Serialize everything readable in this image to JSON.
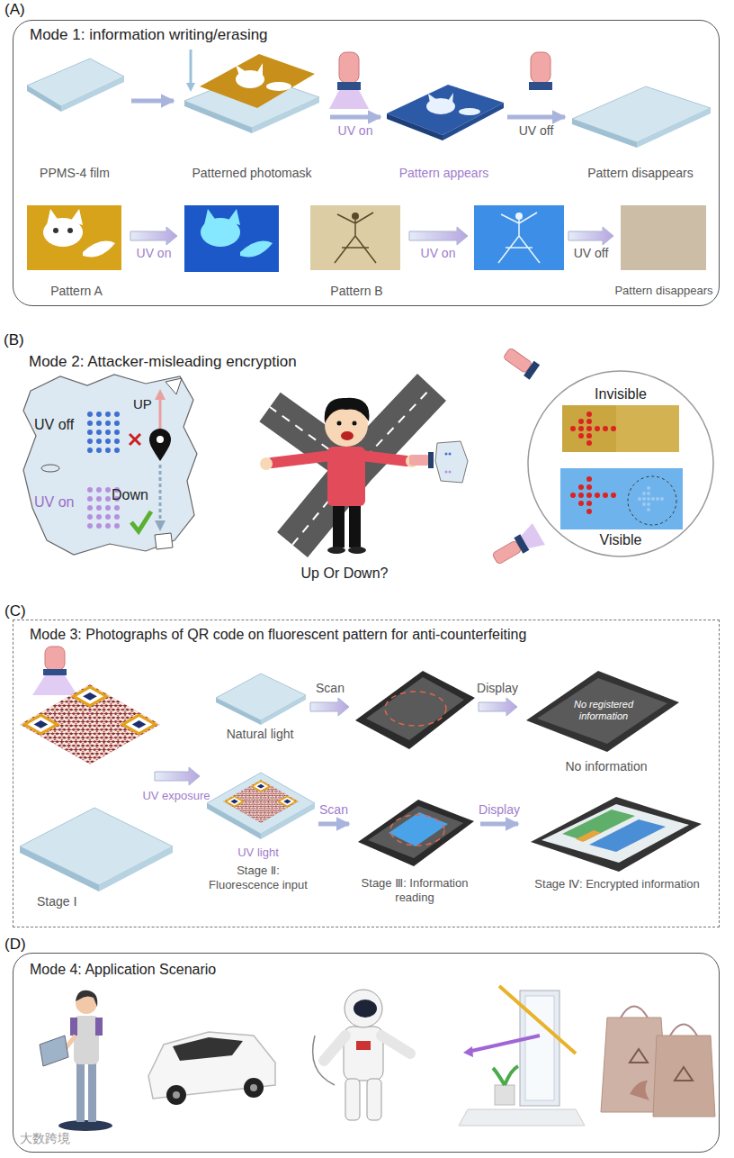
{
  "diagram": {
    "nodes": [
      {
        "text": [
          "(A)",
          "Mode 1: information writing/erasing"
        ]
      },
      {
        "text": [
          "PPMS-4 film"
        ],
        "in": 0
      },
      {
        "text": [
          "Patterned photomask"
        ],
        "in": 0
      },
      {
        "text": [
          "Pattern appears"
        ],
        "in": 0
      },
      {
        "text": [
          "Pattern disappears"
        ],
        "in": 0
      },
      {
        "text": [
          "Pattern A"
        ],
        "in": 0
      },
      {
        "text": [
          "Pattern B"
        ],
        "in": 0
      },
      {
        "text": [
          "Pattern disappears"
        ],
        "in": 0
      },
      {
        "text": [
          "(B)",
          "Mode 2: Attacker-misleading encryption"
        ]
      },
      {
        "text": [
          "UV off",
          "UP",
          "UV on",
          "Down"
        ],
        "in": 8
      },
      {
        "text": [
          "Invisible",
          "Visible"
        ],
        "in": 8
      },
      {
        "text": [
          "(C)",
          "Mode 3: Photographs of QR code on fluorescent pattern for anti-counterfeiting"
        ]
      },
      {
        "text": [
          "Stage Ⅰ"
        ],
        "in": 11
      },
      {
        "text": [
          "Natural light"
        ],
        "in": 11
      },
      {
        "text": [
          "No registered information",
          "No information"
        ],
        "in": 11
      },
      {
        "text": [
          "UV light",
          "Stage Ⅱ: Fluorescence input"
        ],
        "in": 11
      },
      {
        "text": [
          "Stage Ⅲ: Information reading"
        ],
        "in": 11
      },
      {
        "text": [
          "Stage Ⅳ: Encrypted information"
        ],
        "in": 11
      },
      {
        "text": [
          "(D)",
          "Mode 4: Application Scenario"
        ]
      }
    ],
    "edges": [
      {
        "from": 1,
        "to": 2,
        "arrow": "to"
      },
      {
        "from": 2,
        "to": 3,
        "label": "UV on",
        "arrow": "to"
      },
      {
        "from": 3,
        "to": 4,
        "label": "UV off",
        "arrow": "to"
      },
      {
        "from": 15,
        "to": 16,
        "label": "Scan",
        "arrow": "to"
      },
      {
        "from": 16,
        "to": 17,
        "label": "Display",
        "arrow": "to"
      }
    ],
    "labels": [
      "UV on",
      "UV on",
      "UV off",
      "Up Or Down?",
      "UV exposure",
      "Scan",
      "Display",
      "大数跨境"
    ]
  }
}
